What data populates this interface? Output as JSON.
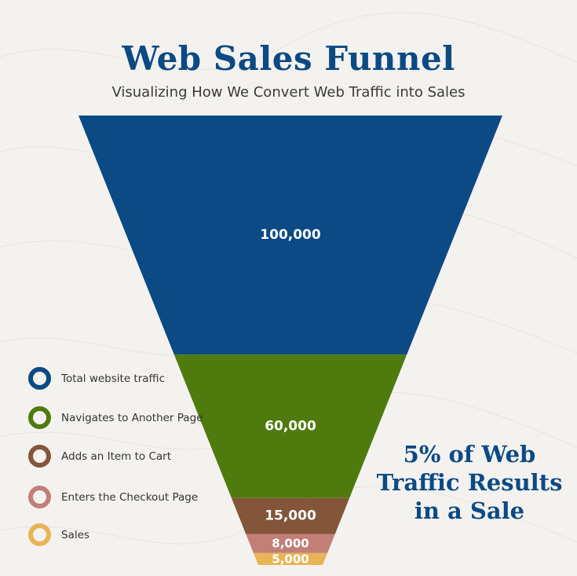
{
  "header": {
    "title": "Web Sales Funnel",
    "subtitle": "Visualizing How We Convert Web Traffic into Sales"
  },
  "chart_data": {
    "type": "funnel",
    "categories": [
      "Total website traffic",
      "Navigates to Another Page",
      "Adds an Item to Cart",
      "Enters the Checkout Page",
      "Sales"
    ],
    "values": [
      100000,
      60000,
      15000,
      8000,
      5000
    ],
    "value_labels": [
      "100,000",
      "60,000",
      "15,000",
      "8,000",
      "5,000"
    ],
    "colors": [
      "#0b4a84",
      "#4f7a0e",
      "#83553a",
      "#c27f78",
      "#e9b456"
    ],
    "legend_position": "left"
  },
  "callout": {
    "lines": [
      "5% of Web",
      "Traffic Results",
      "in a Sale"
    ]
  }
}
